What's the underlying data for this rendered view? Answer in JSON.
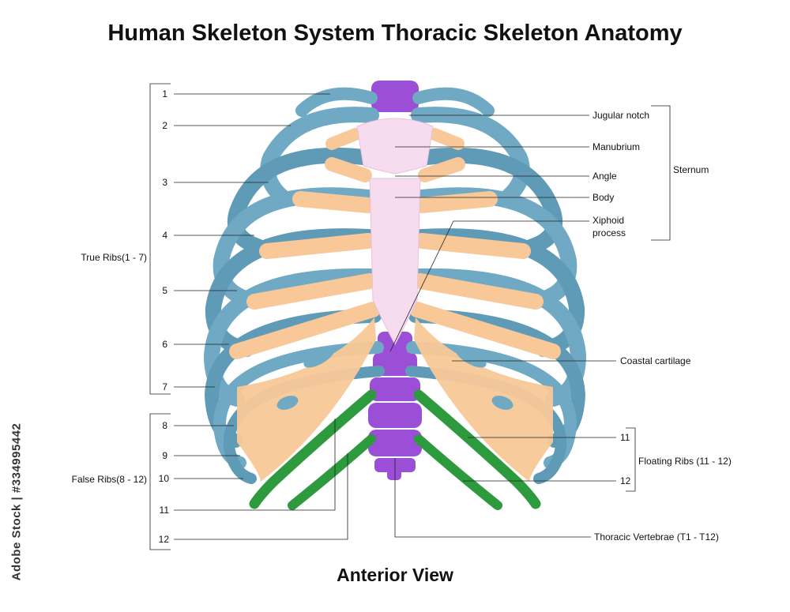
{
  "title": "Human Skeleton System Thoracic Skeleton Anatomy",
  "subtitle": "Anterior View",
  "watermark": "Adobe Stock | #334995442",
  "left_labels": {
    "numbers": [
      "1",
      "2",
      "3",
      "4",
      "5",
      "6",
      "7",
      "8",
      "9",
      "10",
      "11",
      "12"
    ],
    "true_ribs": "True Ribs(1 - 7)",
    "false_ribs": "False Ribs(8 - 12)"
  },
  "right_labels": {
    "jugular_notch": "Jugular notch",
    "manubrium": "Manubrium",
    "angle": "Angle",
    "body": "Body",
    "xiphoid_line1": "Xiphoid",
    "xiphoid_line2": "process",
    "sternum": "Sternum",
    "coastal_cartilage": "Coastal cartilage",
    "floating_11": "11",
    "floating_12": "12",
    "floating_ribs": "Floating Ribs (11 - 12)",
    "thoracic_vertebrae": "Thoracic Vertebrae (T1 - T12)"
  },
  "colors": {
    "rib": "#6fa9c3",
    "rib_dark": "#4f8ba7",
    "cartilage": "#f8c898",
    "sternum": "#f7dcef",
    "vertebra": "#9b4fd6",
    "floating_rib": "#2e9a3e"
  }
}
